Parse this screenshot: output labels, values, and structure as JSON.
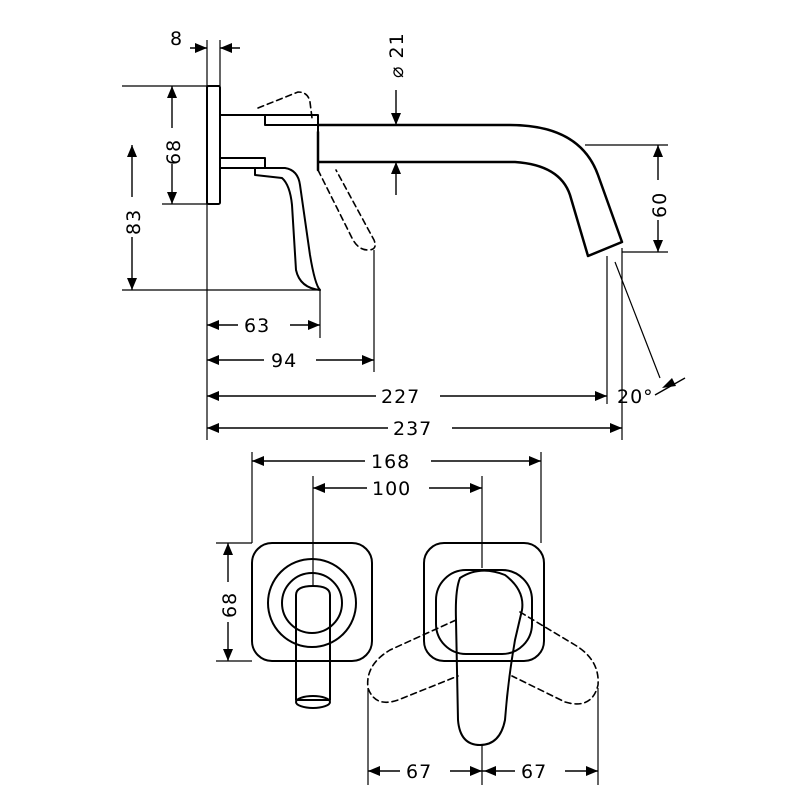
{
  "dimensions": {
    "flange_thickness": "8",
    "spout_diameter": "21",
    "flange_height_side": "68",
    "total_height": "83",
    "spout_drop": "60",
    "lever_depth": "63",
    "lever_reach": "94",
    "spout_reach": "227",
    "overall_depth": "237",
    "outlet_angle": "20°",
    "plate_span": "168",
    "center_distance": "100",
    "plate_height": "68",
    "lever_swing_left": "67",
    "lever_swing_right": "67"
  }
}
